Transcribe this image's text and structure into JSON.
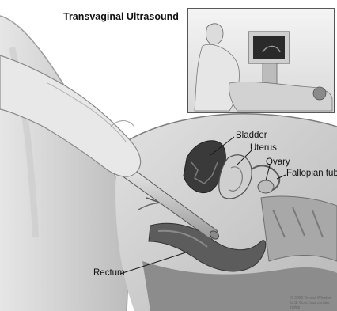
{
  "figure": {
    "title": "Transvaginal Ultrasound",
    "labels": {
      "bladder": "Bladder",
      "uterus": "Uterus",
      "ovary": "Ovary",
      "fallopian_tube": "Fallopian tub",
      "rectum": "Rectum"
    },
    "credit_line1": "© 2009 Terese Winslow",
    "credit_line2": "U.S. Govt. has certain rights"
  },
  "colors": {
    "background": "#ffffff",
    "body": "#d0d0d0",
    "shadow": "#8f8f8f",
    "dark": "#3a3a3a",
    "label": "#111111"
  }
}
